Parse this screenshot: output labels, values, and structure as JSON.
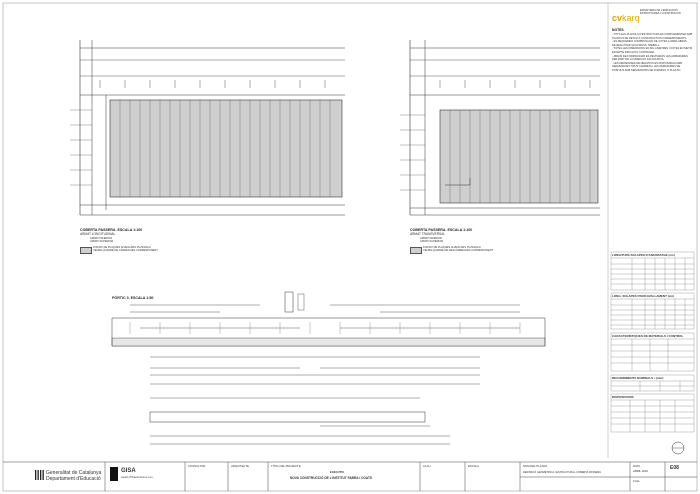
{
  "logo": {
    "cv": "cv",
    "brand": "karq",
    "side": "ENGINYERIA DE L'EDIFICACIÓ\nESTRUCTURES I CONSTRUCCIÓ"
  },
  "notes": {
    "title": "NOTES",
    "lines": [
      "- TOTS ELS PLANOLS D'ESTRUCTURA ES COMPLEMENTEN AMB ELS",
      "  PLANOLS DE DETALLS CONSTRUCTIUS CORRESPONENTS.",
      "- ES REQUEREIX COMPROVACIÓ DE COTES A OBRA ABANS",
      "  DE REALITZAR QUALSEVOL TREBALL.",
      "- TOTES LES DIMENSIONS EN MIL·LÍMETRES I COTES EN METRES",
      "  EXCEPTE INDICACIÓ CONTRÀRIA.",
      "- ABANS DE FORMIGONAR ES REVISARAN LES ARMADURES",
      "  PER PART DE LA DIRECCIÓ FACULTATIVA.",
      "- LES ARMADURES DE NEGATIUS ES DISPOSARAN AMB",
      "  SEPARADORS TIPUS CADIRETA I LES ARMADURES DE",
      "  POSITIUS AMB SEPARADORS DE FORMIGÓ O PLÀSTIC."
    ]
  },
  "plan_left": {
    "title": "COBERTA PASSERA. ESCALA 1:100",
    "subtitle": "ARMAT LONGITUDINAL",
    "legend_a": "ARMAT INFERIOR",
    "legend_b": "ARMAT SUPERIOR",
    "legend_fill": "FORJAT DE PLAQUES ALVEOLARS 15+5/100cm",
    "legend_fill2": "VEURE QUADRE DE CÀRREGUES CORRESPONENT"
  },
  "plan_right": {
    "title": "COBERTA PASSERA. ESCALA 1:100",
    "subtitle": "ARMAT TRANSVERSAL",
    "legend_a": "ARMAT INFERIOR",
    "legend_b": "ARMAT SUPERIOR",
    "legend_fill": "FORJAT DE PLAQUES ALVEOLARS 15+5/100cm",
    "legend_fill2": "VEURE QUADRE DE DESCÀRREGUES CORRESPONENT"
  },
  "portic": {
    "title": "PÒRTIC 3. ESCALA 1:50"
  },
  "tables": {
    "t1": "LONGITUDS SOLAPES D'ANCORATGE (cm)",
    "t2": "LONG. SOLAPES D'ENCAVALLAMENT (cm)",
    "t3": "CARACTERÍSTIQUES DE MATERIALS I CONTROL",
    "t4": "RECOBRIMENTS NOMINALS r (mm)",
    "t5": "DISPOSICIONS"
  },
  "titleblock": {
    "gen1": "Generalitat de Catalunya",
    "gen2": "Departament d'Educació",
    "gisa": "GISA",
    "gisa_sub": "Gestió d'Infraestructures s.a.u.",
    "consultor": "CONSULTOR",
    "arquitecte": "ARQUITECTE",
    "titol": "TÍTOL DEL PROJECTE",
    "executiu": "EXECUTIU",
    "project": "NOVA CONSTRUCCIÓ DE L'INSTITUT FABRA I COATS",
    "clau": "CLAU",
    "escala": "ESCALA",
    "plan_name": "NOM DEL PLÀNOL",
    "plan_desc": "DEFINICIÓ GEOMÈTRICA I ESTRUCTURAL COBERTA PASSERA",
    "data": "DATA",
    "data_val": "ABRIL 2010",
    "num": "E08",
    "full": "FULL"
  }
}
